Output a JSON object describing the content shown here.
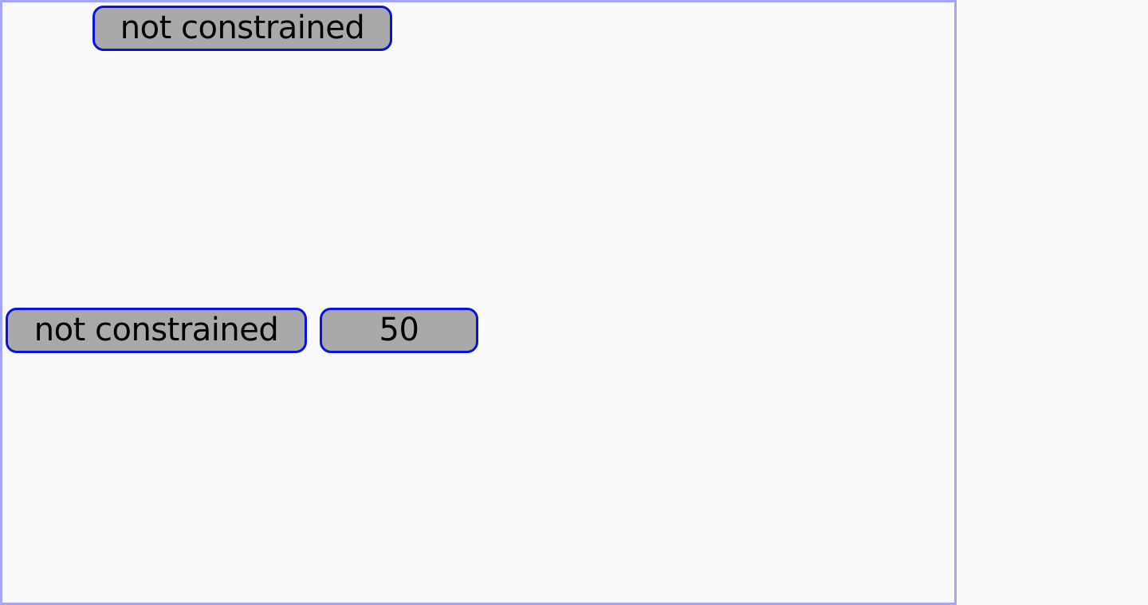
{
  "canvas": {
    "frame_border_color": "#a3a6f8",
    "background_color": "#fafafa"
  },
  "items": {
    "top_label": "not constrained",
    "left_label": "not constrained",
    "value_label": "50"
  },
  "colors": {
    "pill_fill": "#a9a9a9",
    "pill_border": "#0a12e0",
    "text": "#000000"
  }
}
